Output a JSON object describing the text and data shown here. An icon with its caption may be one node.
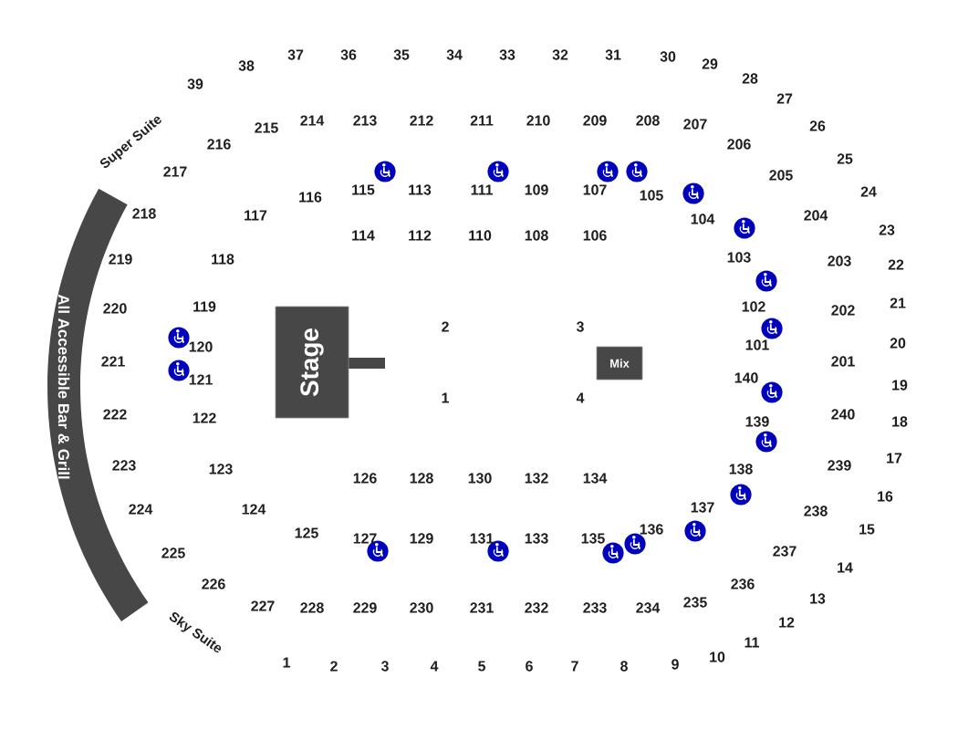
{
  "diagram": {
    "nodes": [
      {
        "text": [
          "Stage"
        ]
      },
      {
        "text": [
          "Mix"
        ]
      },
      {
        "text": [
          "All Accessible Bar & Grill"
        ]
      }
    ],
    "labels": [
      "Super Suite",
      "39",
      "38",
      "37",
      "36",
      "35",
      "34",
      "33",
      "32",
      "31",
      "30",
      "29",
      "28",
      "27",
      "26",
      "25",
      "24",
      "23",
      "22",
      "21",
      "20",
      "19",
      "18",
      "17",
      "16",
      "15",
      "14",
      "13",
      "12",
      "11",
      "10",
      "9",
      "8",
      "7",
      "6",
      "5",
      "4",
      "3",
      "2",
      "1",
      "Sky Suite",
      "215",
      "214",
      "213",
      "212",
      "211",
      "210",
      "209",
      "208",
      "207",
      "206",
      "205",
      "204",
      "203",
      "202",
      "201",
      "240",
      "239",
      "238",
      "237",
      "236",
      "235",
      "234",
      "233",
      "232",
      "231",
      "230",
      "229",
      "228",
      "227",
      "226",
      "225",
      "224",
      "223",
      "222",
      "221",
      "220",
      "219",
      "218",
      "217",
      "216",
      "116",
      "115",
      "113",
      "111",
      "109",
      "107",
      "105",
      "104",
      "103",
      "102",
      "101",
      "140",
      "139",
      "138",
      "137",
      "136",
      "135",
      "133",
      "131",
      "129",
      "127",
      "125",
      "124",
      "123",
      "122",
      "121",
      "120",
      "119",
      "118",
      "117",
      "114",
      "112",
      "110",
      "108",
      "106",
      "126",
      "128",
      "130",
      "132",
      "134",
      "2",
      "3",
      "1",
      "4"
    ]
  }
}
